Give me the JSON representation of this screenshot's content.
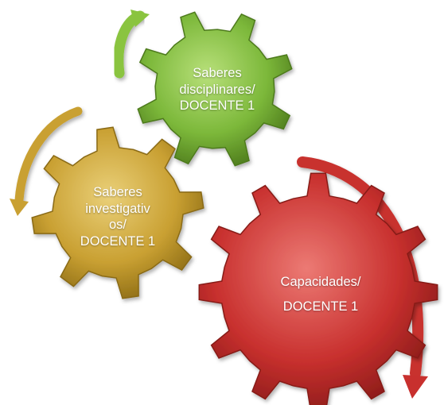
{
  "gears": [
    {
      "id": "gear-green",
      "text": "Saberes\ndisciplinares/\nDOCENTE 1",
      "color": "#7cb83a",
      "color_light": "#b8e07a",
      "color_dark": "#4d7a1c"
    },
    {
      "id": "gear-gold",
      "text": "Saberes\ninvestigativ\nos/\nDOCENTE 1",
      "color": "#c9a032",
      "color_light": "#ead079",
      "color_dark": "#8a6a14"
    },
    {
      "id": "gear-red",
      "text": "Capacidades/\nDOCENTE 1",
      "color": "#c8302e",
      "color_light": "#ec7a74",
      "color_dark": "#861a18"
    }
  ],
  "arrows": {
    "green": "#8ac43f",
    "gold": "#c9a032",
    "red": "#c8302e"
  },
  "background": "#ffffff"
}
